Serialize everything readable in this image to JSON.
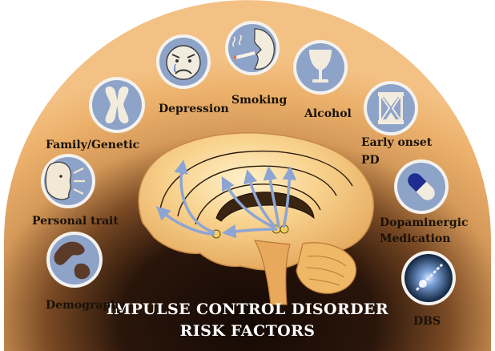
{
  "title": {
    "line1": "IMPULSE CONTROL DISORDER",
    "line2": "RISK FACTORS"
  },
  "risk_factors": [
    {
      "id": "demography",
      "label": "Demography",
      "icon": "globe-icon"
    },
    {
      "id": "personal-trait",
      "label": "Personal trait",
      "icon": "face-profile-icon"
    },
    {
      "id": "family-genetic",
      "label": "Family/Genetic",
      "icon": "chromosome-icon"
    },
    {
      "id": "depression",
      "label": "Depression",
      "icon": "sad-face-icon"
    },
    {
      "id": "smoking",
      "label": "Smoking",
      "icon": "smoking-face-icon"
    },
    {
      "id": "alcohol",
      "label": "Alcohol",
      "icon": "wine-glass-icon"
    },
    {
      "id": "early-onset-pd",
      "label_lines": [
        "Early onset",
        "PD"
      ],
      "icon": "hourglass-icon"
    },
    {
      "id": "dopaminergic-medication",
      "label_lines": [
        "Dopaminergic",
        "Medication"
      ],
      "icon": "pill-capsule-icon"
    },
    {
      "id": "dbs",
      "label": "DBS",
      "icon": "electrode-probe-icon"
    }
  ],
  "colors": {
    "dome": "#ecb16b",
    "dome_light": "#fbdcab",
    "icon_circle": "#8ea3c8",
    "icon_ring": "#f4f2ee",
    "brain": "#f6c777",
    "arrows": "#8da5d3",
    "dark": "#150a04",
    "title_text": "#ffffff"
  }
}
